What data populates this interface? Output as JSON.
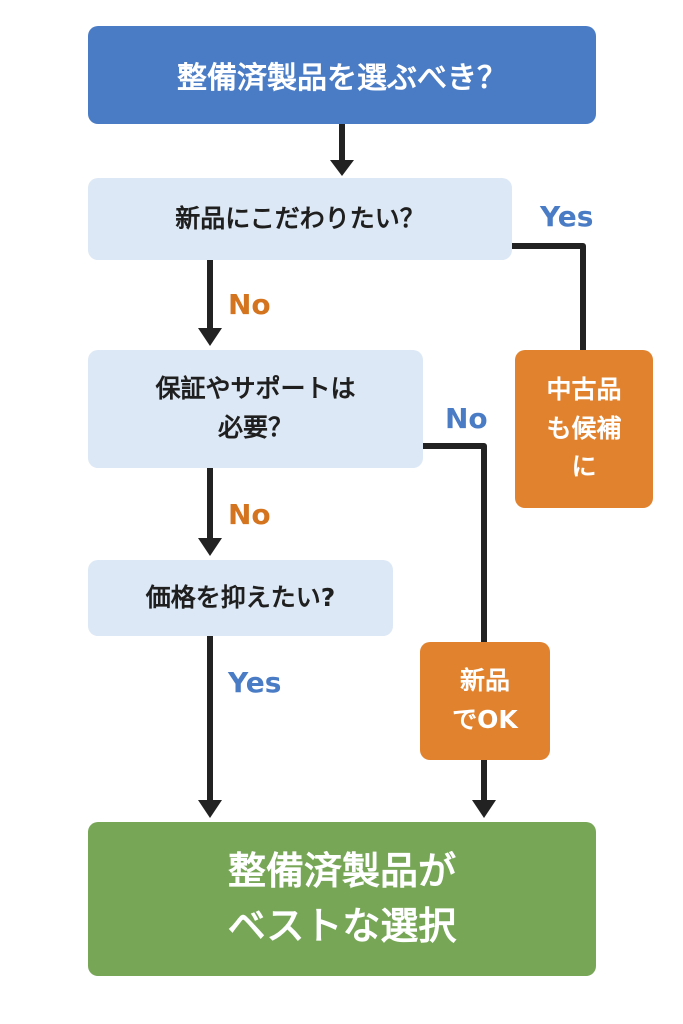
{
  "title": "整備済製品を選ぶべき？",
  "q1": "新品にこだわりたい？",
  "q2": "保証やサポートは\n必要？",
  "q3": "価格を抑えたい?",
  "result_used": "中古品\nも候補\nに",
  "result_new": "新品\nでOK",
  "final": "整備済製品が\nベストな選択",
  "labels": {
    "q1_yes": "Yes",
    "q1_no": "No",
    "q2_no_right": "No",
    "q2_no_down": "No",
    "q3_yes": "Yes"
  },
  "colors": {
    "title": "#4a7cc6",
    "question": "#dce8f5",
    "result": "#e0822e",
    "final": "#76a656",
    "yes": "#4a7cc6",
    "no": "#d4741f"
  }
}
